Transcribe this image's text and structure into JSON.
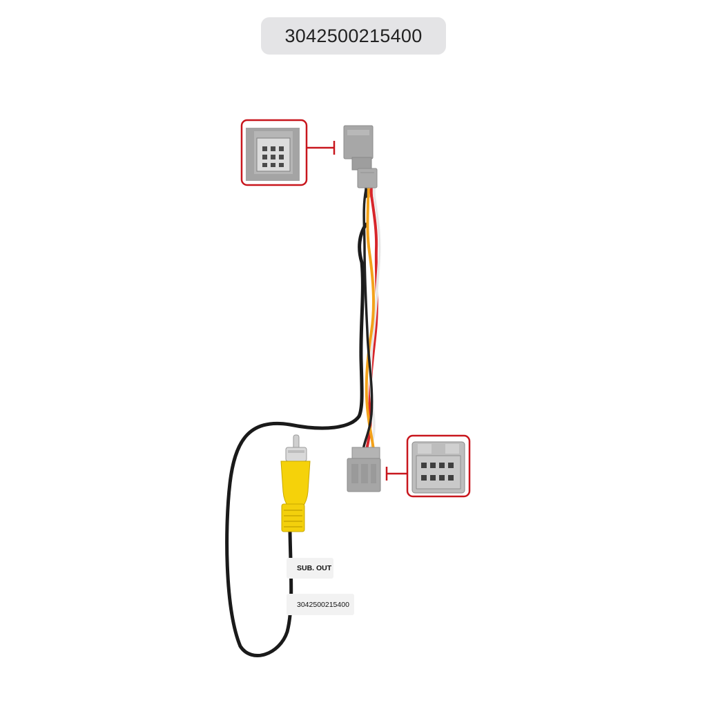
{
  "product": {
    "part_number": "3042500215400"
  },
  "cable_labels": {
    "sub_out": "SUB. OUT",
    "part_number": "3042500215400"
  },
  "colors": {
    "connector_gray": "#a9a9a9",
    "highlight_red": "#c8161d",
    "rca_yellow": "#f5d20a",
    "wire_black": "#1a1a1a",
    "wire_red": "#d7262b",
    "wire_orange": "#f3a21a",
    "wire_white": "#f1f1f1"
  }
}
